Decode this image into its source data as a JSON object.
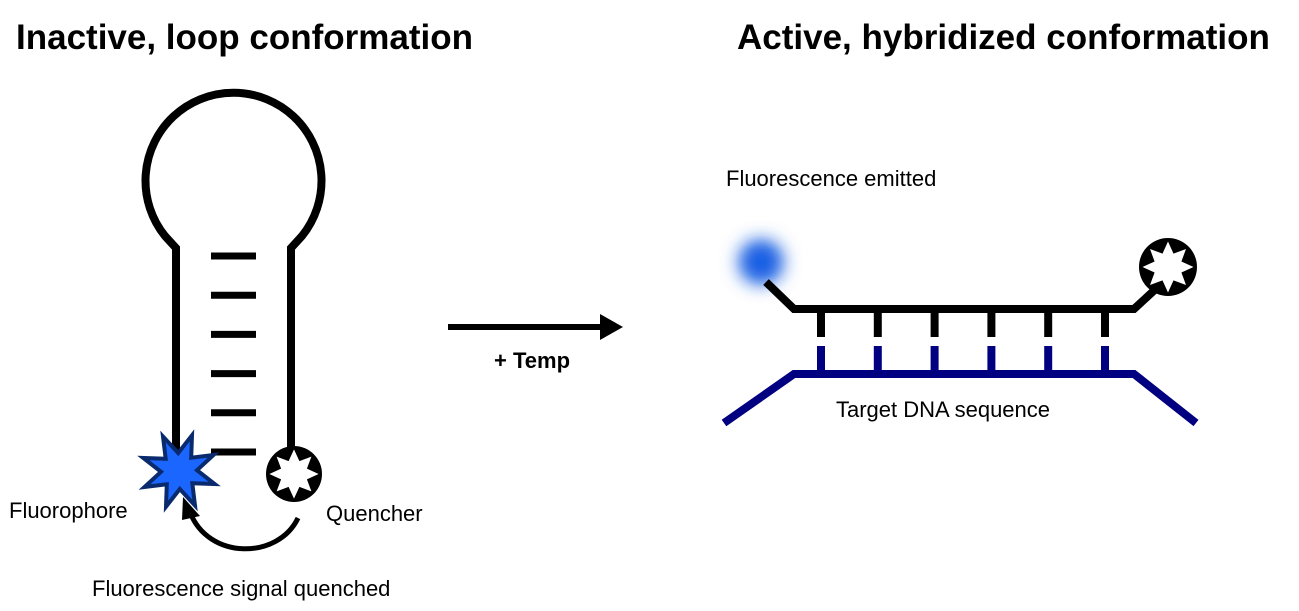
{
  "titles": {
    "inactive": "Inactive, loop conformation",
    "active": "Active, hybridized conformation"
  },
  "labels": {
    "fluorophore": "Fluorophore",
    "quencher": "Quencher",
    "quenched": "Fluorescence signal quenched",
    "emitted": "Fluorescence emitted",
    "target": "Target DNA sequence",
    "transition": "+ Temp"
  },
  "colors": {
    "probe_strand": "#000000",
    "target_strand": "#000080",
    "fluorophore_fill": "#1a66ff",
    "fluorophore_outline": "#0a2a6e",
    "glow": "#1a5fe0",
    "quencher_fill": "#000000",
    "quencher_star": "#ffffff"
  },
  "structure": {
    "hairpin_stem_base_pairs": 6,
    "hybridized_base_pairs": 6
  }
}
